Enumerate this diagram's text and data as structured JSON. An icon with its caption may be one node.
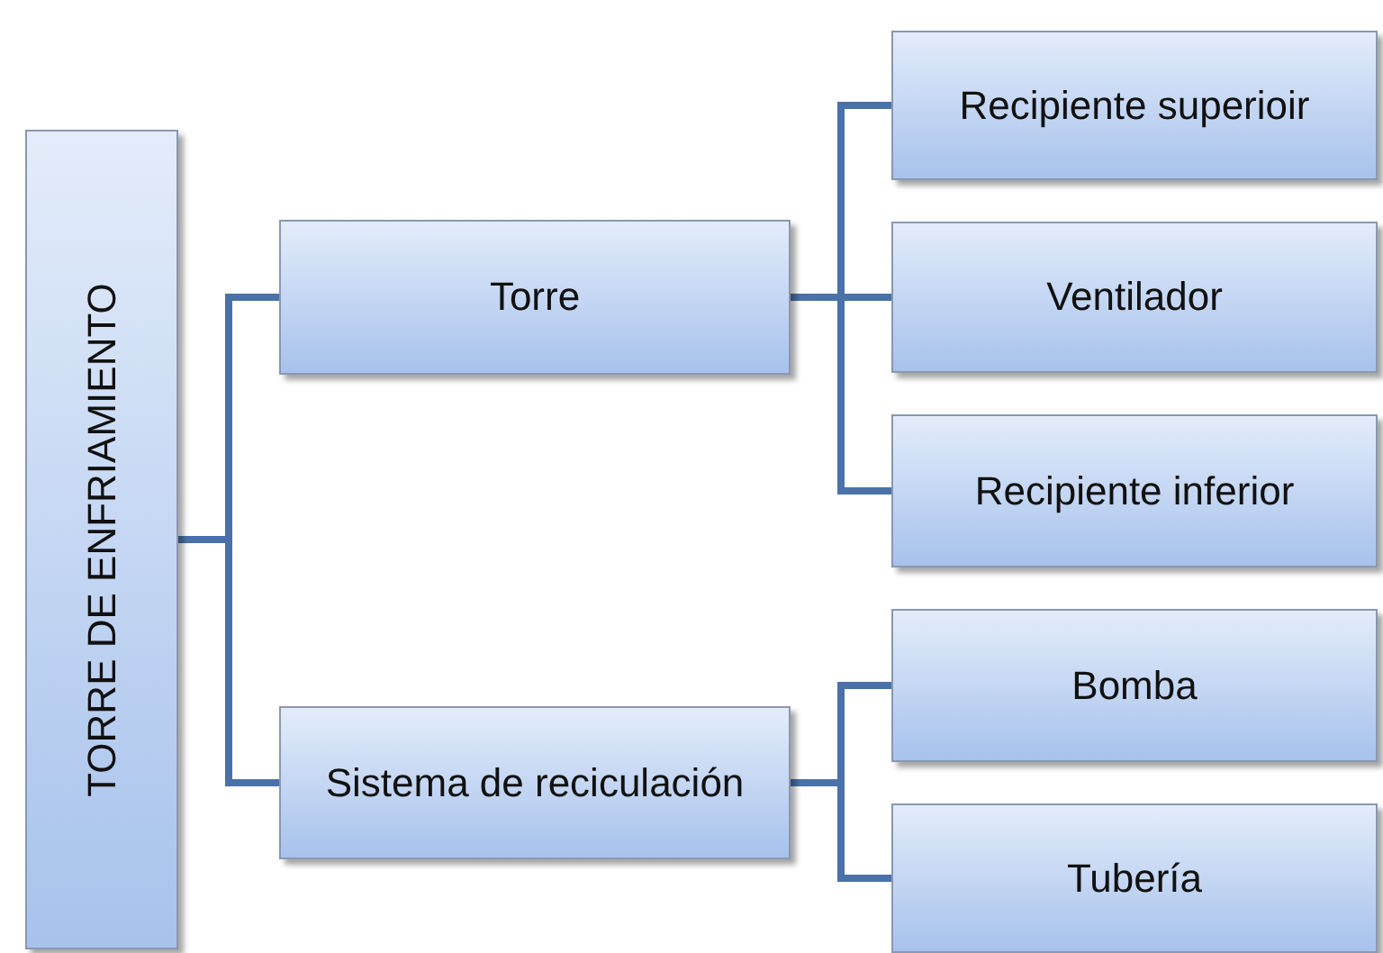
{
  "diagram": {
    "nodes": [
      {
        "text": [
          "TORRE DE ENFRIAMIENTO"
        ]
      },
      {
        "text": [
          "Torre"
        ]
      },
      {
        "text": [
          "Sistema de reciculación"
        ]
      },
      {
        "text": [
          "Recipiente superioir"
        ]
      },
      {
        "text": [
          "Ventilador"
        ]
      },
      {
        "text": [
          "Recipiente inferior"
        ]
      },
      {
        "text": [
          "Bomba"
        ]
      },
      {
        "text": [
          "Tubería"
        ]
      }
    ],
    "edges": [
      {
        "from": 0,
        "to": 1,
        "arrow": "none"
      },
      {
        "from": 0,
        "to": 2,
        "arrow": "none"
      },
      {
        "from": 1,
        "to": 3,
        "arrow": "none"
      },
      {
        "from": 1,
        "to": 4,
        "arrow": "none"
      },
      {
        "from": 1,
        "to": 5,
        "arrow": "none"
      },
      {
        "from": 2,
        "to": 6,
        "arrow": "none"
      },
      {
        "from": 2,
        "to": 7,
        "arrow": "none"
      }
    ]
  }
}
